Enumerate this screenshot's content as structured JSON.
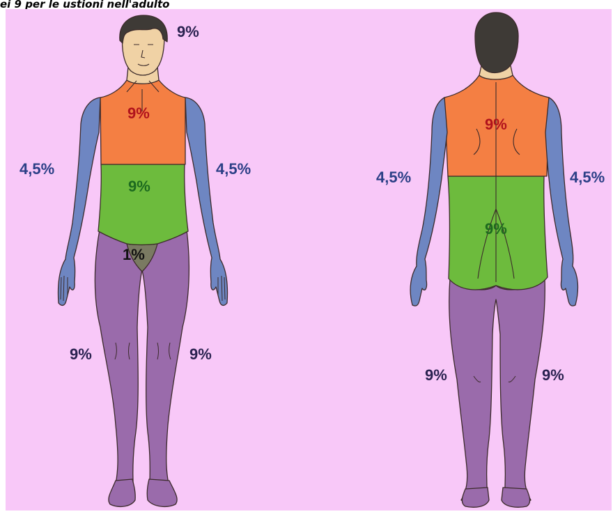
{
  "title": "ei 9  per le ustioni nell'adulto",
  "colors": {
    "background": "#f8c8f8",
    "head": "#f0d2a5",
    "hair": "#3e3a36",
    "orange": "#f47f43",
    "green": "#6dbb3d",
    "blue": "#6e86c2",
    "purple": "#9a6bab",
    "grey": "#7a7a62",
    "skin_line": "#3b2a2a",
    "label_dark": "#2a2250",
    "label_blue": "#2b3f86",
    "label_red": "#b0121c",
    "label_green": "#1d6a1f",
    "label_black": "#111111"
  },
  "front": {
    "head": "9%",
    "chest": "9%",
    "abdomen": "9%",
    "arm_left": "4,5%",
    "arm_right": "4,5%",
    "genitals": "1%",
    "leg_left": "9%",
    "leg_right": "9%"
  },
  "back": {
    "upper_back": "9%",
    "lower_back": "9%",
    "arm_left": "4,5%",
    "arm_right": "4,5%",
    "leg_left": "9%",
    "leg_right": "9%"
  }
}
